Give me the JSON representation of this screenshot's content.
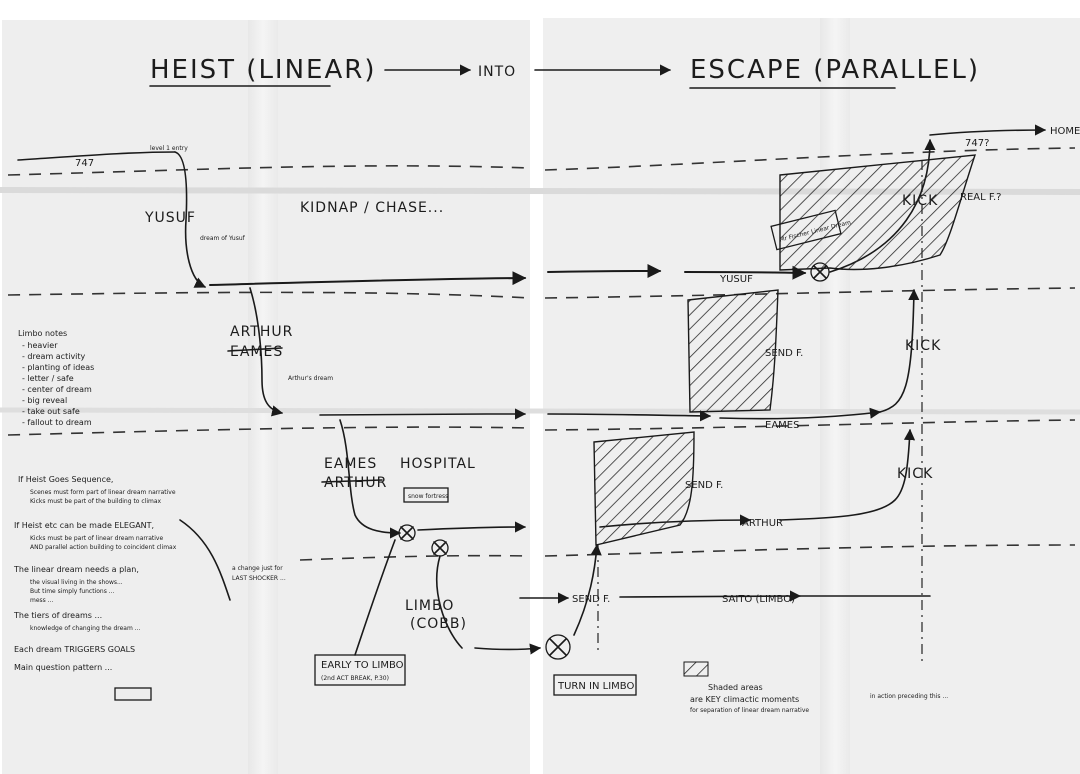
{
  "titles": {
    "heist": "HEIST (LINEAR)",
    "into": "INTO",
    "escape": "ESCAPE (PARALLEL)"
  },
  "labels": {
    "flight": "747",
    "home": "HOME",
    "yusuf_top": "YUSUF",
    "kidnap": "KIDNAP / CHASE...",
    "arthur": "ARTHUR",
    "eames_struck": "EAMES",
    "eames": "EAMES",
    "arthur_struck": "ARTHUR",
    "hospital": "HOSPITAL",
    "limbo": "LIMBO",
    "cobb": "(COBB)",
    "yusuf_right": "YUSUF",
    "eames_right": "EAMES",
    "arthur_right": "ARTHUR",
    "saito": "SAITO (LIMBO)",
    "send_f_limbo": "SEND F.",
    "send_f_1": "SEND F.",
    "send_f_2": "SEND F.",
    "kick_1": "KICK",
    "kick_2": "KICK",
    "kick_3": "KICK",
    "real_f": "REAL F.?",
    "early_limbo": "EARLY TO LIMBO",
    "turn_limbo": "TURN IN LIMBO",
    "shaded": "Shaded areas",
    "shaded_note": "are KEY climactic moments"
  },
  "notes": {
    "left_block": [
      "Limbo notes",
      "- heavier",
      "- dream activity",
      "- planting of ideas",
      "- letter / safe",
      "- center of dream",
      "- big reveal",
      "- take out safe",
      "- fallout to dream"
    ],
    "note_1": "If Heist Goes Sequence,",
    "note_2": "If Heist etc can be made ELEGANT,",
    "note_3": "The linear dream needs a plan,",
    "note_4": "The tiers of dreams ...",
    "note_5": "Each dream TRIGGERS GOALS",
    "note_6": "Main question pattern ..."
  }
}
